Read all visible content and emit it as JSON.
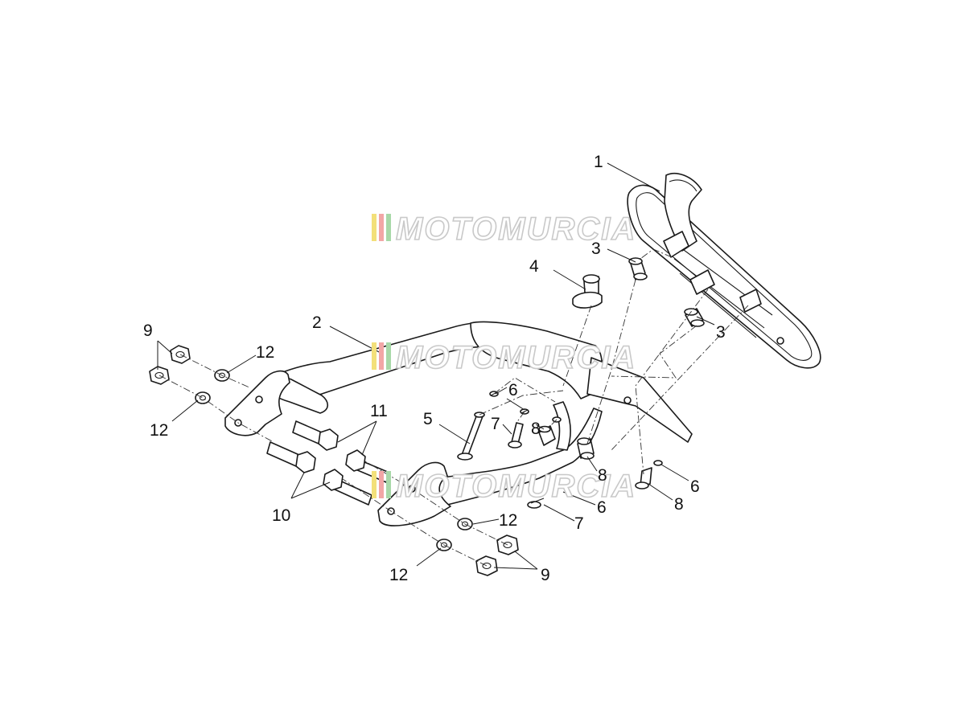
{
  "diagram": {
    "callouts": [
      {
        "id": "c1",
        "label": "1"
      },
      {
        "id": "c2",
        "label": "2"
      },
      {
        "id": "c3a",
        "label": "3"
      },
      {
        "id": "c3b",
        "label": "3"
      },
      {
        "id": "c4",
        "label": "4"
      },
      {
        "id": "c5",
        "label": "5"
      },
      {
        "id": "c6a",
        "label": "6"
      },
      {
        "id": "c6b",
        "label": "6"
      },
      {
        "id": "c6c",
        "label": "6"
      },
      {
        "id": "c7a",
        "label": "7"
      },
      {
        "id": "c7b",
        "label": "7"
      },
      {
        "id": "c8a",
        "label": "8"
      },
      {
        "id": "c8b",
        "label": "8"
      },
      {
        "id": "c8c",
        "label": "8"
      },
      {
        "id": "c9a",
        "label": "9"
      },
      {
        "id": "c9b",
        "label": "9"
      },
      {
        "id": "c10",
        "label": "10"
      },
      {
        "id": "c11",
        "label": "11"
      },
      {
        "id": "c12a",
        "label": "12"
      },
      {
        "id": "c12b",
        "label": "12"
      },
      {
        "id": "c12c",
        "label": "12"
      },
      {
        "id": "c12d",
        "label": "12"
      }
    ]
  },
  "watermark": {
    "text": "MOTOMURCIA",
    "colors": [
      "#f3e07a",
      "#f2a6a6",
      "#a8d8a8"
    ]
  }
}
